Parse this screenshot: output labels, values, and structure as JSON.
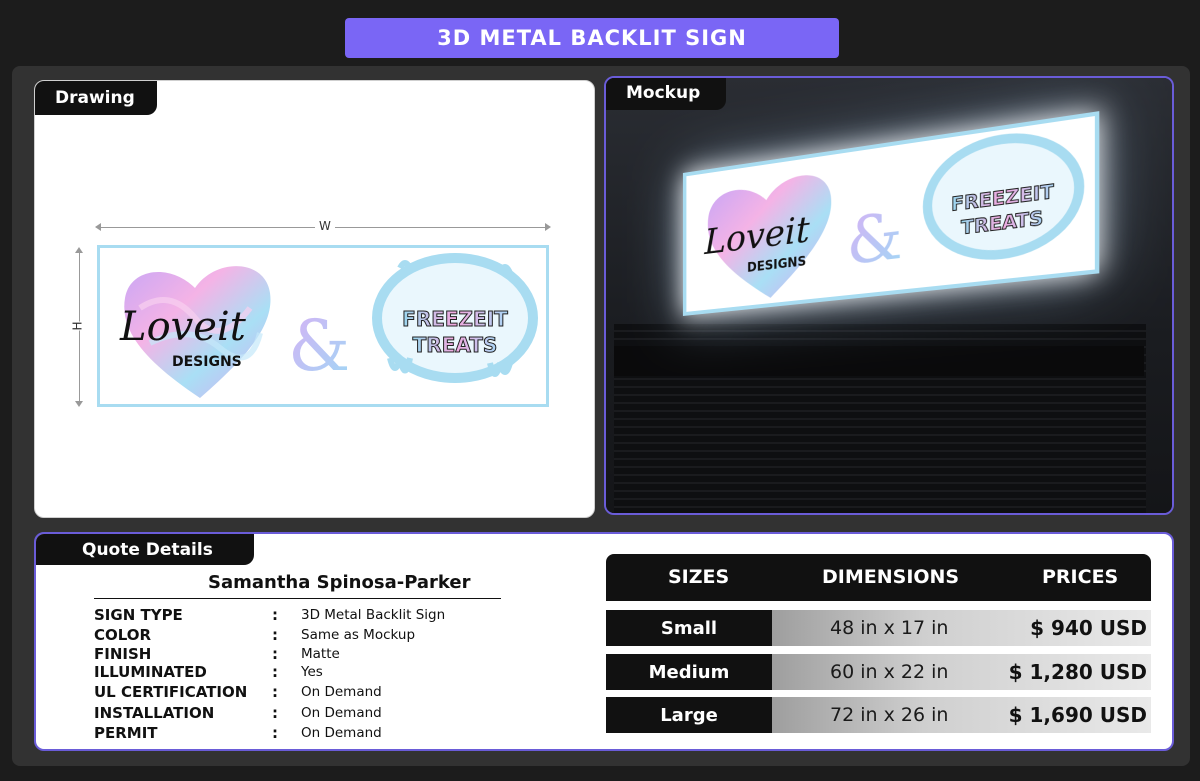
{
  "header": {
    "title": "3D METAL BACKLIT SIGN"
  },
  "drawing": {
    "tab": "Drawing",
    "width_label": "W",
    "height_label": "H"
  },
  "mockup": {
    "tab": "Mockup"
  },
  "sign": {
    "brand1_script": "Loveit",
    "brand1_sub": "DESIGNS",
    "ampersand": "&",
    "brand2_line1": "FREEZEIT",
    "brand2_line2": "TREATS"
  },
  "quote": {
    "tab": "Quote Details",
    "customer": "Samantha Spinosa-Parker",
    "specs": [
      {
        "label": "SIGN TYPE",
        "value": "3D Metal Backlit Sign"
      },
      {
        "label": "COLOR",
        "value": "Same as Mockup"
      },
      {
        "label": "FINISH",
        "value": "Matte"
      },
      {
        "label": "ILLUMINATED",
        "value": "Yes"
      },
      {
        "label": "UL CERTIFICATION",
        "value": "On Demand"
      },
      {
        "label": "INSTALLATION",
        "value": "On Demand"
      },
      {
        "label": "PERMIT",
        "value": "On Demand"
      }
    ],
    "colon": ":"
  },
  "pricing": {
    "headers": {
      "sizes": "SIZES",
      "dimensions": "DIMENSIONS",
      "prices": "PRICES"
    },
    "rows": [
      {
        "size": "Small",
        "dimensions": "48 in x 17 in",
        "price": "$ 940 USD"
      },
      {
        "size": "Medium",
        "dimensions": "60 in x 22 in",
        "price": "$ 1,280 USD"
      },
      {
        "size": "Large",
        "dimensions": "72 in x 26 in",
        "price": "$ 1,690 USD"
      }
    ]
  },
  "colors": {
    "accent": "#7a66f5",
    "panel_border": "#6a5cd8",
    "sign_border": "#a8dcf1"
  }
}
